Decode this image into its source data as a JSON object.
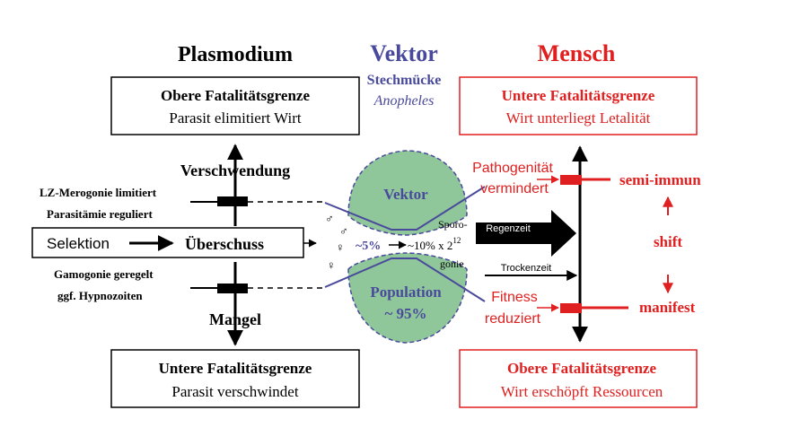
{
  "colors": {
    "red": "#e02020",
    "blue": "#4a4a9c",
    "green": "#8fc79a",
    "black": "#000000"
  },
  "plasmodium": {
    "title": "Plasmodium",
    "upper_box": {
      "title": "Obere Fatalitätsgrenze",
      "subtitle": "Parasit elimitiert Wirt"
    },
    "lower_box": {
      "title": "Untere Fatalitätsgrenze",
      "subtitle": "Parasit verschwindet"
    },
    "verschwendung": "Verschwendung",
    "mangel": "Mangel",
    "lz_line1": "LZ-Merogonie limitiert",
    "lz_line2": "Parasitämie reguliert",
    "gamo_line1": "Gamogonie geregelt",
    "gamo_line2": "ggf. Hypnozoiten",
    "selektion": "Selektion",
    "ueberschuss": "Überschuss"
  },
  "vektor": {
    "title": "Vektor",
    "subtitle1": "Stechmücke",
    "subtitle2": "Anopheles",
    "upper_label": "Vektor",
    "lower_label1": "Population",
    "lower_label2": "~ 95%",
    "percent": "~5%",
    "sporo_line1": "Sporo-",
    "sporo_line2": "gonie",
    "formula": "~10% x 2",
    "exponent": "12",
    "male_symbol": "♂",
    "female_symbol": "♀"
  },
  "mensch": {
    "title": "Mensch",
    "upper_box": {
      "title": "Untere Fatalitätsgrenze",
      "subtitle": "Wirt unterliegt Letalität"
    },
    "lower_box": {
      "title": "Obere Fatalitätsgrenze",
      "subtitle": "Wirt erschöpft Ressourcen"
    },
    "regenzeit": "Regenzeit",
    "trockenzeit": "Trockenzeit",
    "patho_line1": "Pathogenität",
    "patho_line2": "vermindert",
    "fitness_line1": "Fitness",
    "fitness_line2": "reduziert",
    "semi_immun": "semi-immun",
    "shift": "shift",
    "manifest": "manifest"
  }
}
